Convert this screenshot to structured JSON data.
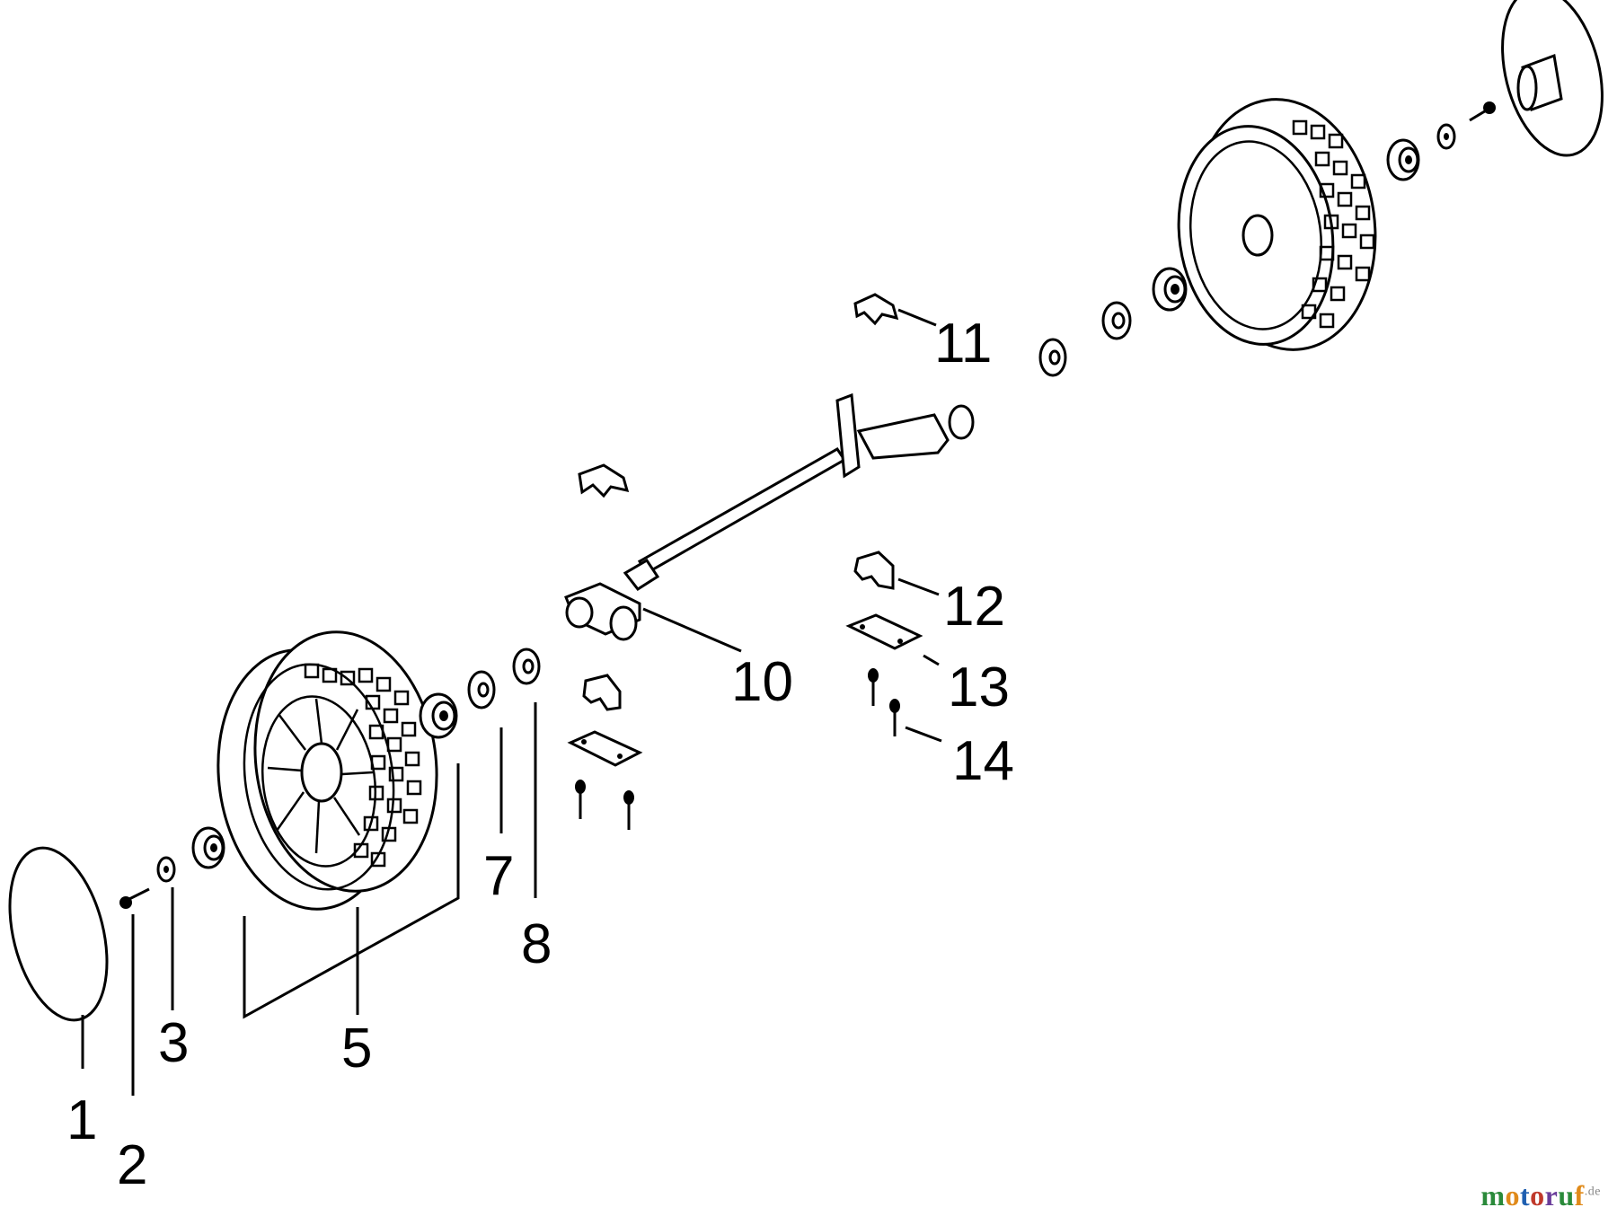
{
  "callouts": {
    "c1": "1",
    "c2": "2",
    "c3": "3",
    "c5": "5",
    "c7": "7",
    "c8": "8",
    "c10": "10",
    "c11": "11",
    "c12": "12",
    "c13": "13",
    "c14": "14"
  },
  "watermark": {
    "m": "m",
    "o1": "o",
    "t": "t",
    "o2": "o",
    "r": "r",
    "u": "u",
    "f": "f",
    "suffix": ".de",
    "colors": [
      "#2a8a3a",
      "#e08a1a",
      "#1f5fb0",
      "#c0392b",
      "#6a3d9a",
      "#2a8a3a",
      "#e08a1a"
    ]
  }
}
